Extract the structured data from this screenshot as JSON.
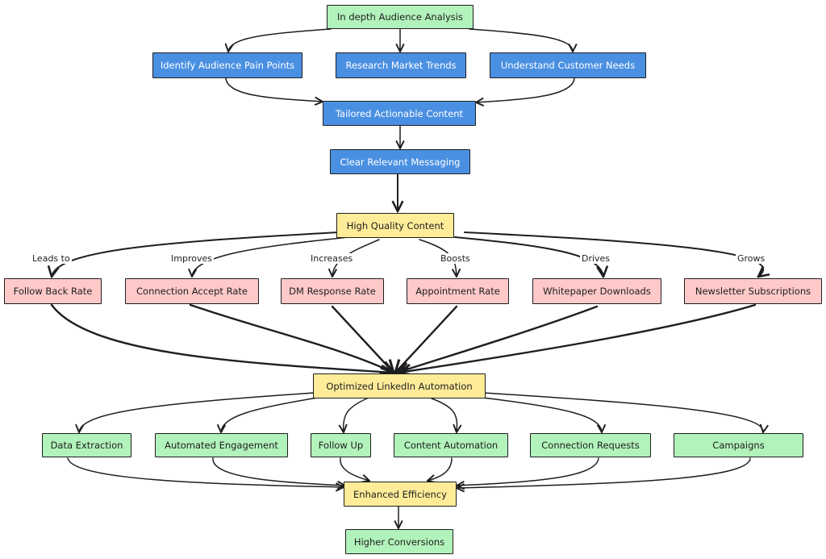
{
  "colors": {
    "green": "#b2f2bb",
    "blue": "#4a90e2",
    "yellow": "#ffec99",
    "pink": "#ffc9c9",
    "stroke": "#1e1e1e"
  },
  "nodes": {
    "in_depth_audience_analysis": "In depth Audience Analysis",
    "identify_pain_points": "Identify Audience Pain Points",
    "research_market_trends": "Research Market Trends",
    "understand_customer_needs": "Understand Customer Needs",
    "tailored_actionable_content": "Tailored Actionable Content",
    "clear_relevant_messaging": "Clear Relevant Messaging",
    "high_quality_content": "High Quality Content",
    "follow_back_rate": "Follow Back Rate",
    "connection_accept_rate": "Connection Accept Rate",
    "dm_response_rate": "DM Response Rate",
    "appointment_rate": "Appointment Rate",
    "whitepaper_downloads": "Whitepaper Downloads",
    "newsletter_subscriptions": "Newsletter Subscriptions",
    "optimized_linkedin_automation": "Optimized LinkedIn Automation",
    "data_extraction": "Data Extraction",
    "automated_engagement": "Automated Engagement",
    "follow_up": "Follow Up",
    "content_automation": "Content Automation",
    "connection_requests": "Connection Requests",
    "campaigns": "Campaigns",
    "enhanced_efficiency": "Enhanced Efficiency",
    "higher_conversions": "Higher Conversions"
  },
  "edge_labels": {
    "leads_to": "Leads to",
    "improves": "Improves",
    "increases": "Increases",
    "boosts": "Boosts",
    "drives": "Drives",
    "grows": "Grows"
  }
}
